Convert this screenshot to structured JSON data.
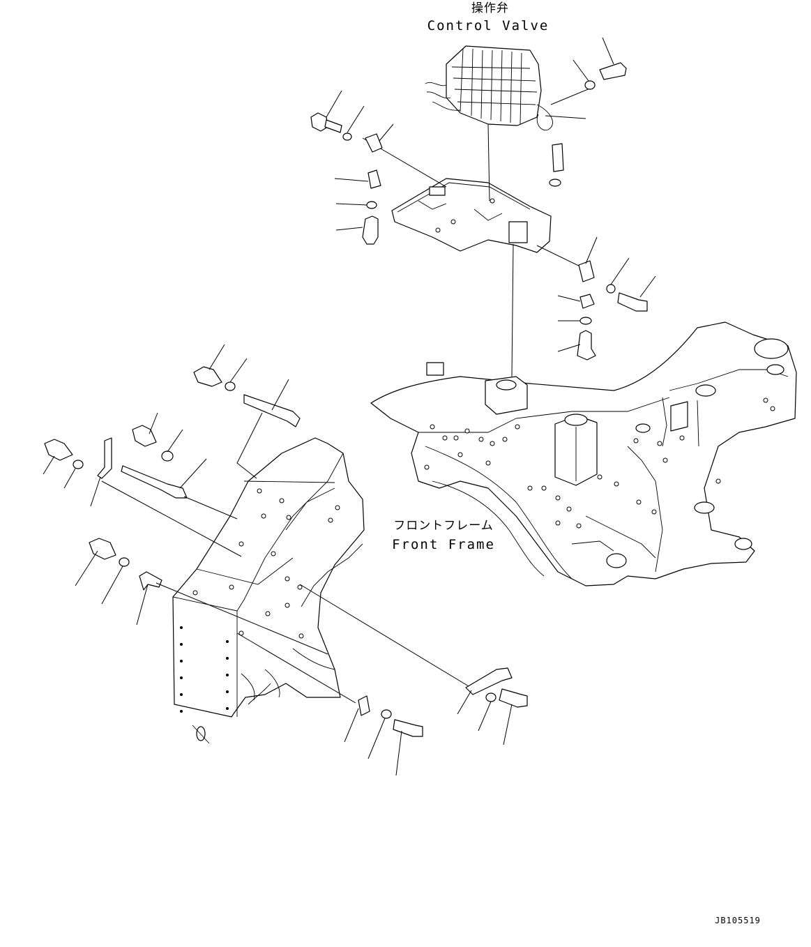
{
  "labels": {
    "control_valve_jp": "操作弁",
    "control_valve_en": "Control Valve",
    "front_frame_jp": "フロントフレーム",
    "front_frame_en": "Front Frame",
    "drawing_id": "JB105519"
  }
}
